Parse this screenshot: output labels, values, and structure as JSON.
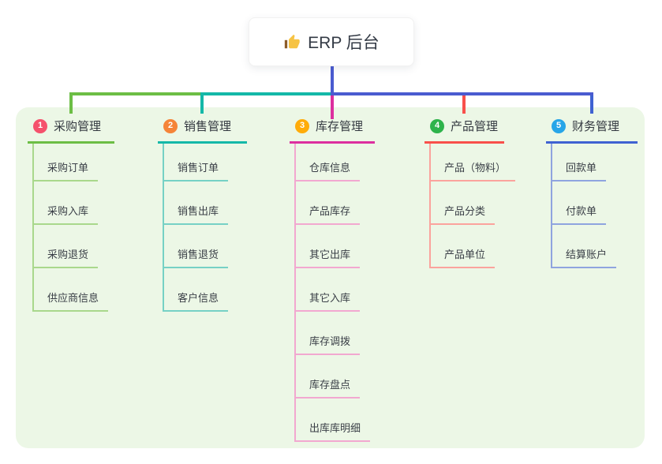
{
  "root": {
    "label": "ERP 后台",
    "icon": "thumbs-up-icon",
    "icon_color": "#F6C344",
    "cuff_color": "#8D5C29"
  },
  "canvas": {
    "panel_color": "#ECF7E6",
    "root_connector_color": "#4A5BD0"
  },
  "branches": [
    {
      "index": "1",
      "label": "采购管理",
      "badge_color": "#F5516C",
      "line_color": "#6CBE45",
      "child_line_color": "#A9D88C",
      "children": [
        "采购订单",
        "采购入库",
        "采购退货",
        "供应商信息"
      ]
    },
    {
      "index": "2",
      "label": "销售管理",
      "badge_color": "#F58438",
      "line_color": "#14B8A8",
      "child_line_color": "#76D1C5",
      "children": [
        "销售订单",
        "销售出库",
        "销售退货",
        "客户信息"
      ]
    },
    {
      "index": "3",
      "label": "库存管理",
      "badge_color": "#FFAC0A",
      "line_color": "#DC2F9F",
      "child_line_color": "#F2A8D0",
      "children": [
        "仓库信息",
        "产品库存",
        "其它出库",
        "其它入库",
        "库存调拨",
        "库存盘点",
        "出库库明细"
      ]
    },
    {
      "index": "4",
      "label": "产品管理",
      "badge_color": "#2EB34B",
      "line_color": "#F8504B",
      "child_line_color": "#FBA39D",
      "children": [
        "产品（物料）",
        "产品分类",
        "产品单位"
      ]
    },
    {
      "index": "5",
      "label": "财务管理",
      "badge_color": "#27A5E8",
      "line_color": "#3F62D2",
      "child_line_color": "#8FA4DF",
      "children": [
        "回款单",
        "付款单",
        "结算账户"
      ]
    }
  ]
}
